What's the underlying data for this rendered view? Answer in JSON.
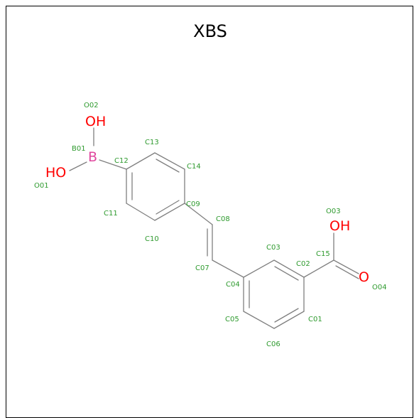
{
  "title": "XBS",
  "colors": {
    "bond": "#7f7f7f",
    "atom_label": "#2e9a2e",
    "oxygen": "#ff0000",
    "boron": "#e0479e"
  },
  "atom_labels": {
    "B01": "B01",
    "O01": "O01",
    "O02": "O02",
    "O03": "O03",
    "O04": "O04",
    "C01": "C01",
    "C02": "C02",
    "C03": "C03",
    "C04": "C04",
    "C05": "C05",
    "C06": "C06",
    "C07": "C07",
    "C08": "C08",
    "C09": "C09",
    "C10": "C10",
    "C11": "C11",
    "C12": "C12",
    "C13": "C13",
    "C14": "C14",
    "C15": "C15"
  },
  "element_symbols": {
    "oh_top": "OH",
    "boron": "B",
    "ho_left": "HO",
    "oh_acid": "OH",
    "o_carbonyl": "O"
  }
}
